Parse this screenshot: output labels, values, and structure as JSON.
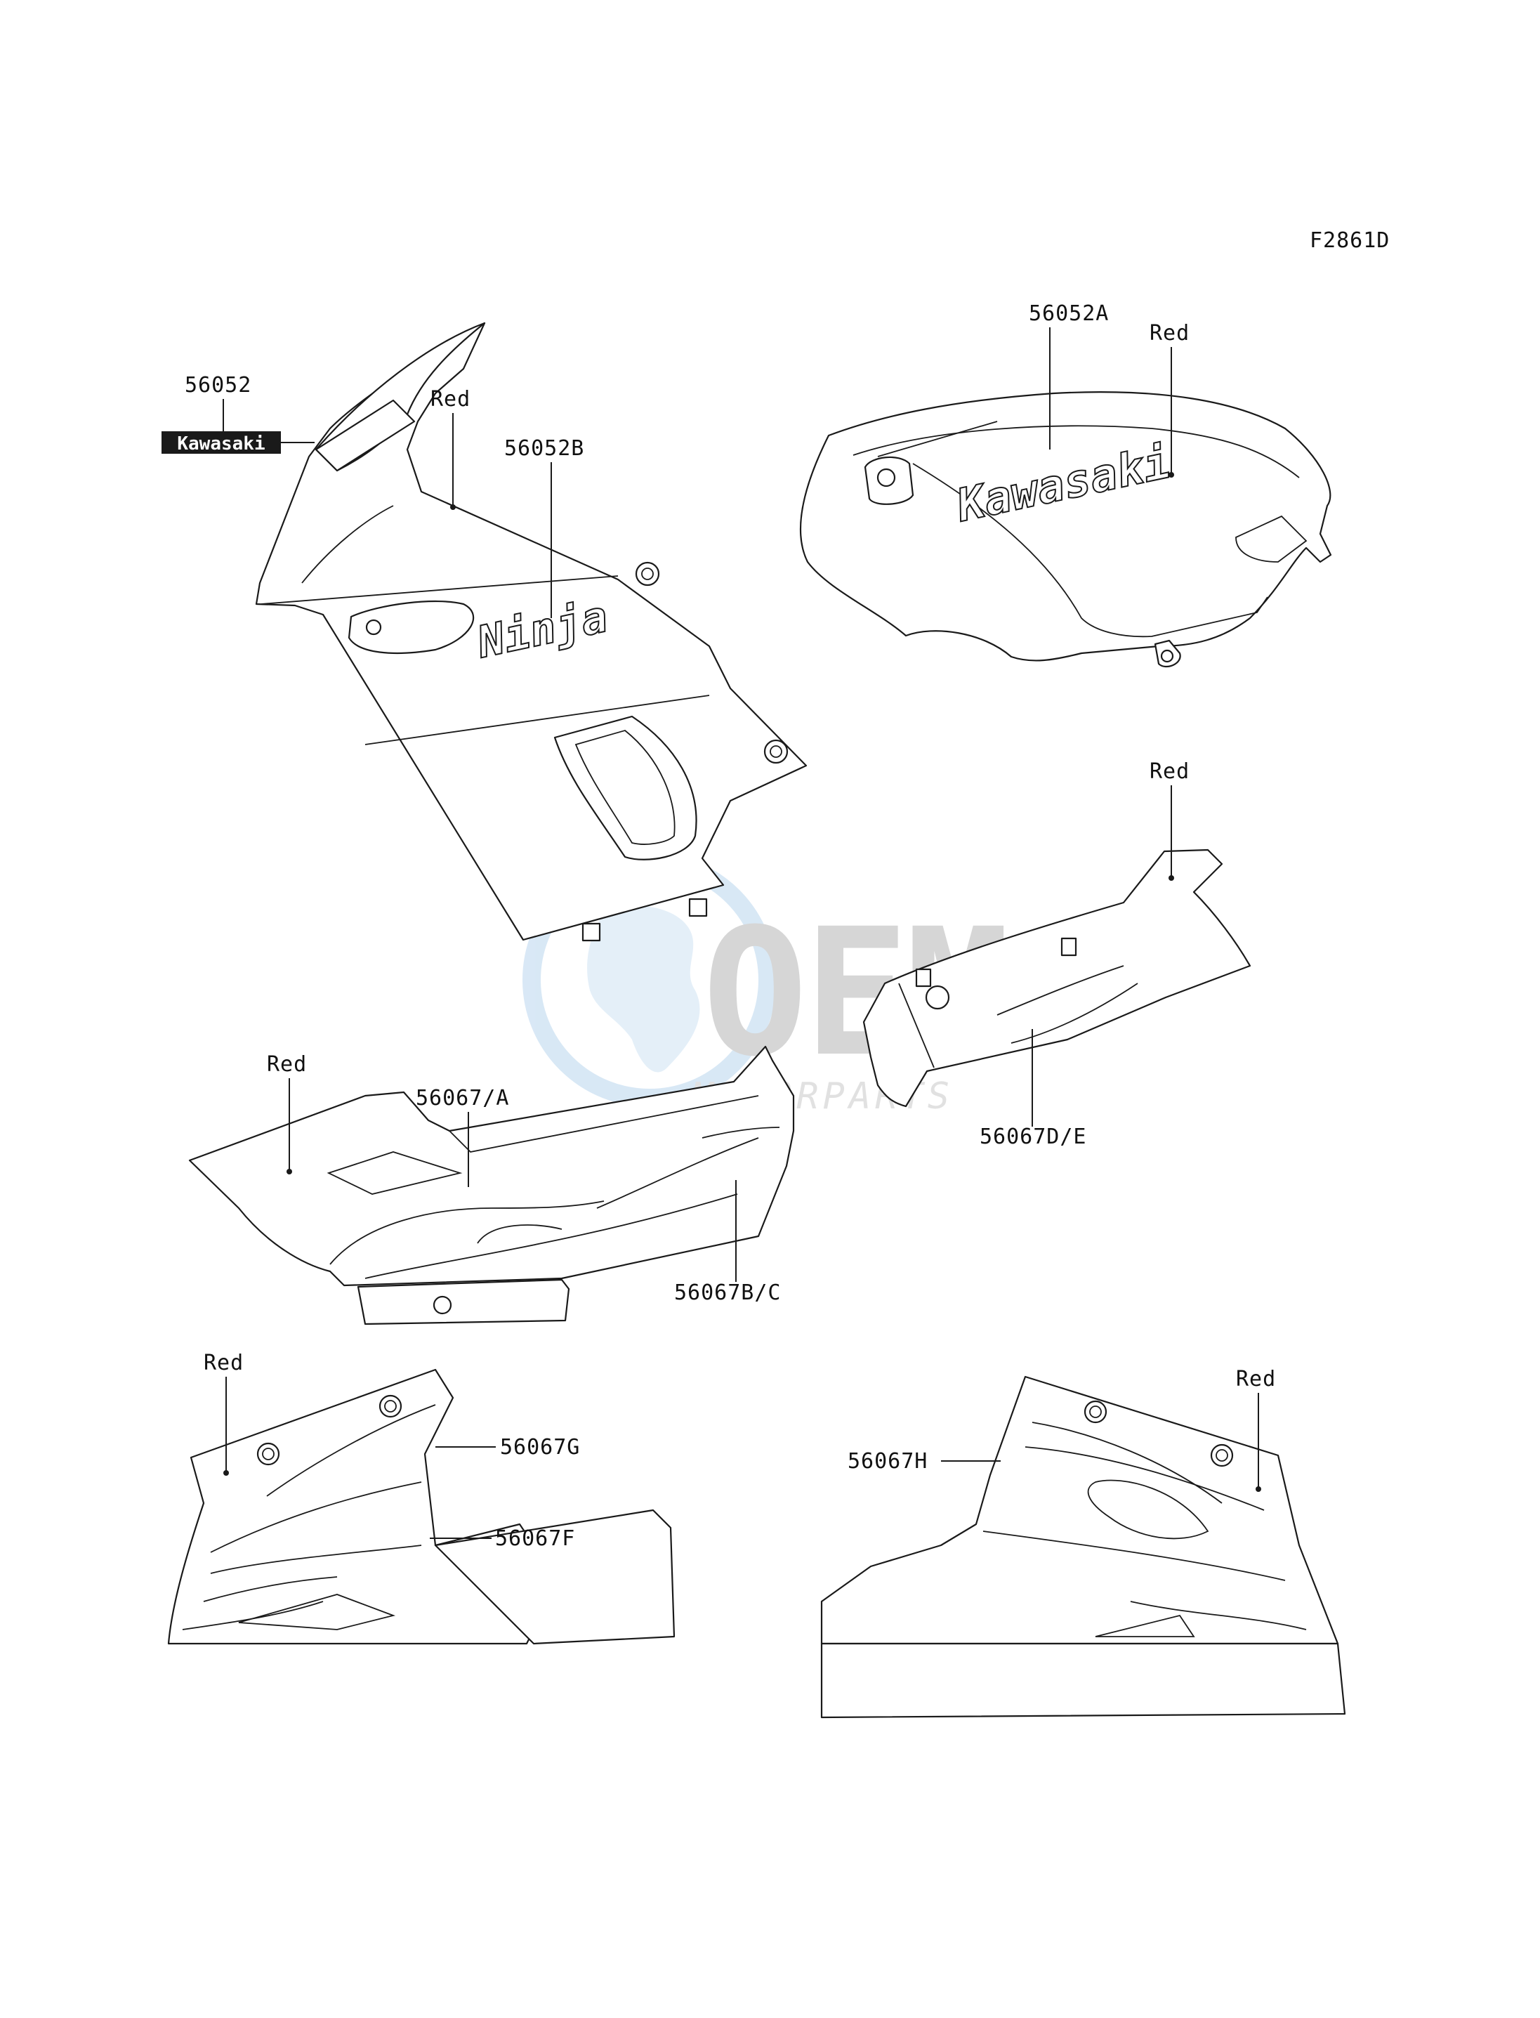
{
  "figure_id": "F2861D",
  "labels": {
    "p56052": "56052",
    "p56052B": "56052B",
    "p56052A": "56052A",
    "p56067A": "56067/A",
    "p56067BC": "56067B/C",
    "p56067DE": "56067D/E",
    "p56067G": "56067G",
    "p56067F": "56067F",
    "p56067H": "56067H",
    "red": "Red"
  },
  "decal_text": {
    "kawasaki_badge": "Kawasaki",
    "kawasaki_tank": "Kawasaki",
    "ninja": "Ninja"
  },
  "watermark": {
    "brand": "OEM",
    "sub": "MOTORPARTS"
  }
}
